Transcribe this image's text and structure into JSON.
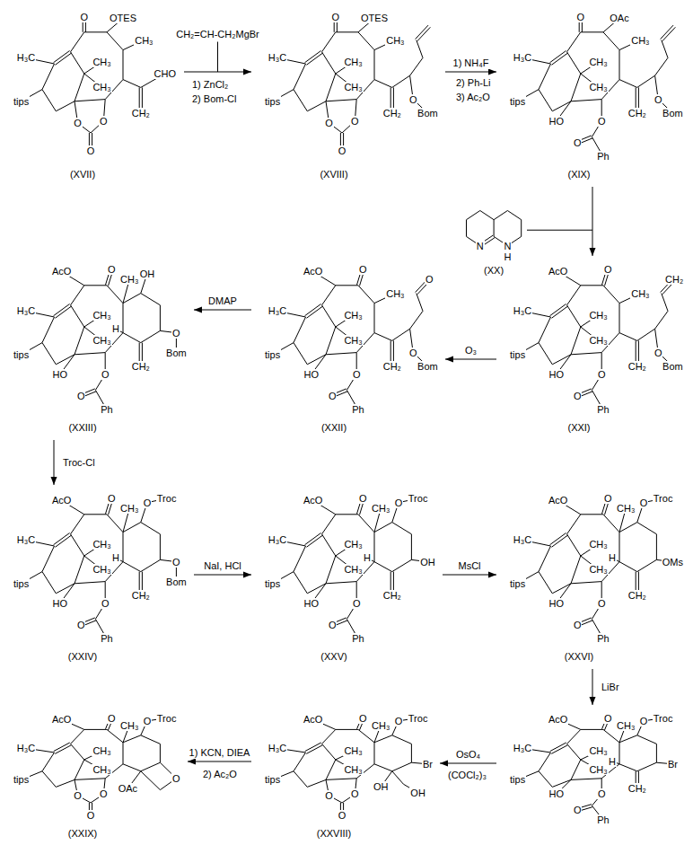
{
  "diagram": {
    "nodes": [
      {
        "text": [
          "H₃C",
          "tips",
          "CH₃",
          "CH₃",
          "O",
          "OTES",
          "CH₃",
          "O",
          "O",
          "O",
          "CHO",
          "CH₂",
          "(XVII)"
        ]
      },
      {
        "text": [
          "H₃C",
          "tips",
          "CH₃",
          "CH₃",
          "O",
          "OTES",
          "CH₃",
          "O",
          "O",
          "O",
          "CH₂",
          "O",
          "Bom",
          "(XVIII)"
        ]
      },
      {
        "text": [
          "H₃C",
          "tips",
          "CH₃",
          "CH₃",
          "O",
          "OAc",
          "CH₃",
          "HO",
          "O",
          "O",
          "Ph",
          "CH₂",
          "O",
          "Bom",
          "(XIX)"
        ]
      },
      {
        "text": [
          "N",
          "N",
          "H",
          "(XX)"
        ]
      },
      {
        "text": [
          "H₃C",
          "tips",
          "CH₃",
          "CH₃",
          "AcO",
          "O",
          "CH₃",
          "HO",
          "O",
          "O",
          "Ph",
          "CH₂",
          "O",
          "Bom",
          "CH₂",
          "(XXI)"
        ]
      },
      {
        "text": [
          "H₃C",
          "tips",
          "CH₃",
          "CH₃",
          "AcO",
          "O",
          "CH₃",
          "HO",
          "O",
          "O",
          "Ph",
          "CH₂",
          "O",
          "Bom",
          "O",
          "(XXII)"
        ]
      },
      {
        "text": [
          "H₃C",
          "tips",
          "CH₃",
          "CH₃",
          "AcO",
          "O",
          "CH₃",
          "HO",
          "O",
          "O",
          "Ph",
          "H",
          "OH",
          "O",
          "Bom",
          "CH₂",
          "(XXIII)"
        ]
      },
      {
        "text": [
          "H₃C",
          "tips",
          "CH₃",
          "CH₃",
          "AcO",
          "O",
          "CH₃",
          "HO",
          "O",
          "O",
          "Ph",
          "H",
          "O",
          "Troc",
          "O",
          "Bom",
          "CH₂",
          "(XXIV)"
        ]
      },
      {
        "text": [
          "H₃C",
          "tips",
          "CH₃",
          "CH₃",
          "AcO",
          "O",
          "CH₃",
          "HO",
          "O",
          "O",
          "Ph",
          "H",
          "O",
          "Troc",
          "OH",
          "CH₂",
          "(XXV)"
        ]
      },
      {
        "text": [
          "H₃C",
          "tips",
          "CH₃",
          "CH₃",
          "AcO",
          "O",
          "CH₃",
          "HO",
          "O",
          "O",
          "Ph",
          "H",
          "O",
          "Troc",
          "OMs",
          "CH₂",
          "(XXVI)"
        ]
      },
      {
        "text": [
          "H₃C",
          "tips",
          "CH₃",
          "CH₃",
          "AcO",
          "O",
          "CH₃",
          "HO",
          "O",
          "O",
          "Ph",
          "H",
          "O",
          "Troc",
          "Br",
          "CH₂"
        ]
      },
      {
        "text": [
          "H₃C",
          "tips",
          "CH₃",
          "CH₃",
          "AcO",
          "O",
          "CH₃",
          "O",
          "O",
          "O",
          "O",
          "Troc",
          "Br",
          "OH",
          "OH",
          "(XXVIII)"
        ]
      },
      {
        "text": [
          "H₃C",
          "tips",
          "CH₃",
          "CH₃",
          "AcO",
          "O",
          "CH₃",
          "O",
          "O",
          "O",
          "O",
          "Troc",
          "O",
          "OAc",
          "(XXIX)"
        ]
      }
    ],
    "edges": [
      {
        "from": 0,
        "to": 1,
        "arrow": "to",
        "label": "CH₂=CH-CH₂MgBr"
      },
      {
        "from": 1,
        "to": 2,
        "arrow": "to",
        "label": "1) NH₄F"
      },
      {
        "from": 2,
        "to": 4,
        "arrow": "to"
      },
      {
        "from": 4,
        "to": 5,
        "arrow": "to",
        "label": "O₃"
      },
      {
        "from": 5,
        "to": 6,
        "arrow": "to",
        "label": "DMAP"
      },
      {
        "from": 6,
        "to": 7,
        "arrow": "to",
        "label": "Troc-Cl"
      },
      {
        "from": 7,
        "to": 8,
        "arrow": "to",
        "label": "NaI, HCl"
      },
      {
        "from": 8,
        "to": 9,
        "arrow": "to",
        "label": "MsCl"
      },
      {
        "from": 9,
        "to": 10,
        "arrow": "to",
        "label": "LiBr"
      },
      {
        "from": 10,
        "to": 11,
        "arrow": "to",
        "label": "OsO₄"
      },
      {
        "from": 11,
        "to": 12,
        "arrow": "to",
        "label": "1) KCN, DIEA"
      }
    ],
    "labels": [
      "1) ZnCl₂",
      "2) Bom-Cl",
      "2) Ph-Li",
      "3) Ac₂O",
      "(COCl₂)₃",
      "2) Ac₂O"
    ]
  }
}
